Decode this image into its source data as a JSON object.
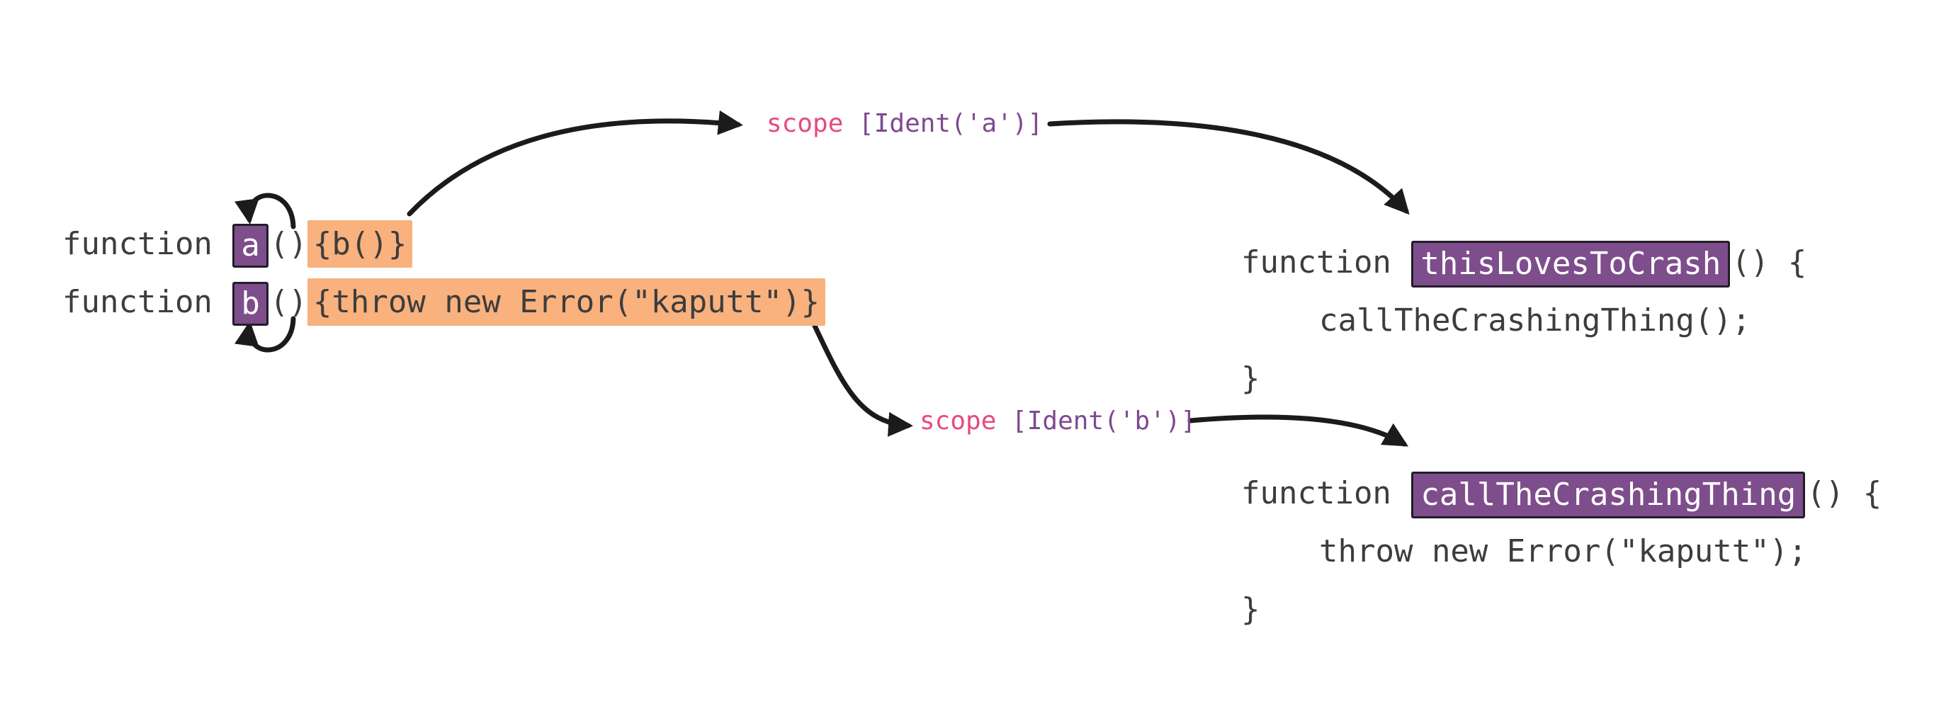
{
  "left_code": {
    "lines": [
      {
        "keyword": "function ",
        "ident": "a",
        "parens": "()",
        "body": "{b()}"
      },
      {
        "keyword": "function ",
        "ident": "b",
        "parens": "()",
        "body": "{throw new Error(\"kaputt\")}"
      }
    ]
  },
  "scope_labels": [
    {
      "keyword": "scope",
      "binding": " [Ident('a')]"
    },
    {
      "keyword": "scope",
      "binding": " [Ident('b')]"
    }
  ],
  "right_blocks": [
    {
      "keyword": "function ",
      "name": "thisLovesToCrash",
      "after": "() {",
      "body": "callTheCrashingThing();",
      "close": "}"
    },
    {
      "keyword": "function ",
      "name": "callTheCrashingThing",
      "after": "() {",
      "body": "throw new Error(\"kaputt\");",
      "close": "}"
    }
  ],
  "colors": {
    "code_text": "#3d3d3d",
    "purple_box": "#7e4d8b",
    "purple_box_border": "#231d29",
    "orange_highlight": "#f9b17e",
    "scope_pink": "#e64a7f",
    "ident_purple": "#7d4a90",
    "arrow": "#1b1b1b"
  }
}
